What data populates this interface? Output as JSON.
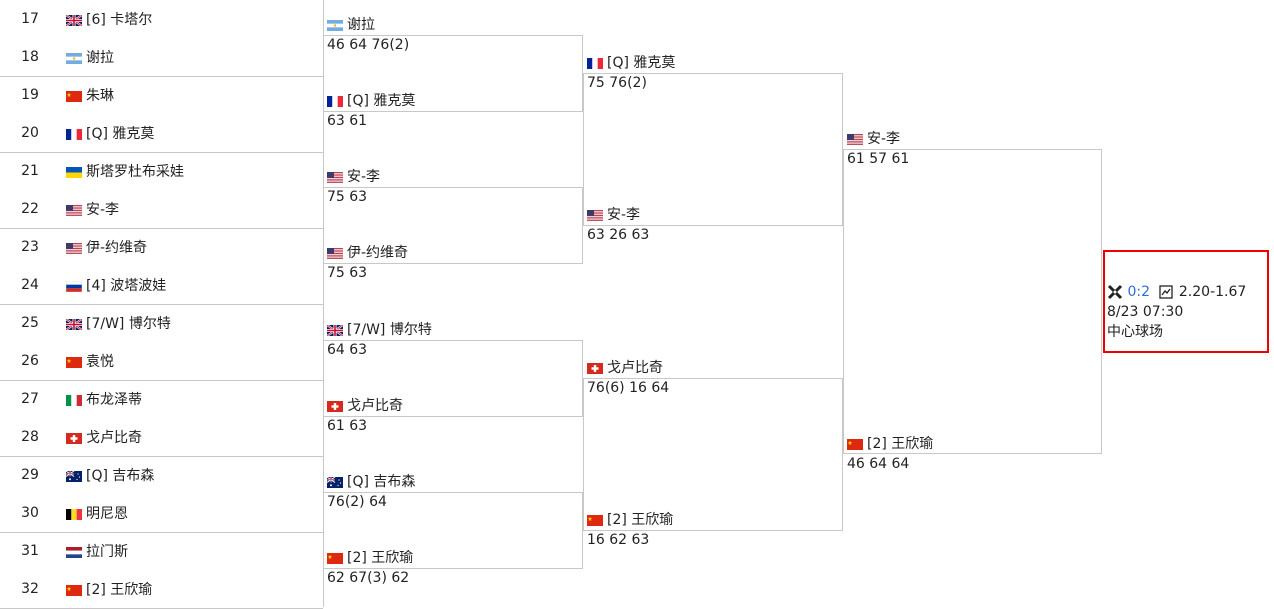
{
  "draw": [
    {
      "seed": "17",
      "flag": "gb",
      "name": "[6] 卡塔尔"
    },
    {
      "seed": "18",
      "flag": "ar",
      "name": "谢拉"
    },
    {
      "seed": "19",
      "flag": "cn",
      "name": "朱琳"
    },
    {
      "seed": "20",
      "flag": "fr",
      "name": "[Q] 雅克莫"
    },
    {
      "seed": "21",
      "flag": "ua",
      "name": "斯塔罗杜布采娃"
    },
    {
      "seed": "22",
      "flag": "us",
      "name": "安-李"
    },
    {
      "seed": "23",
      "flag": "us",
      "name": "伊-约维奇"
    },
    {
      "seed": "24",
      "flag": "ru",
      "name": "[4] 波塔波娃"
    },
    {
      "seed": "25",
      "flag": "gb",
      "name": "[7/W] 博尔特"
    },
    {
      "seed": "26",
      "flag": "cn",
      "name": "袁悦"
    },
    {
      "seed": "27",
      "flag": "it",
      "name": "布龙泽蒂"
    },
    {
      "seed": "28",
      "flag": "ch",
      "name": "戈卢比奇"
    },
    {
      "seed": "29",
      "flag": "au",
      "name": "[Q] 吉布森"
    },
    {
      "seed": "30",
      "flag": "be",
      "name": "明尼恩"
    },
    {
      "seed": "31",
      "flag": "nl",
      "name": "拉门斯"
    },
    {
      "seed": "32",
      "flag": "cn",
      "name": "[2] 王欣瑜"
    }
  ],
  "round2": [
    {
      "flag": "ar",
      "name": "谢拉",
      "scores": "46 64 76(2)"
    },
    {
      "flag": "fr",
      "name": "[Q] 雅克莫",
      "scores": "63 61"
    },
    {
      "flag": "us",
      "name": "安-李",
      "scores": "75 63"
    },
    {
      "flag": "us",
      "name": "伊-约维奇",
      "scores": "75 63"
    },
    {
      "flag": "gb",
      "name": "[7/W] 博尔特",
      "scores": "64 63"
    },
    {
      "flag": "ch",
      "name": "戈卢比奇",
      "scores": "61 63"
    },
    {
      "flag": "au",
      "name": "[Q] 吉布森",
      "scores": "76(2) 64"
    },
    {
      "flag": "cn",
      "name": "[2] 王欣瑜",
      "scores": "62 67(3) 62"
    }
  ],
  "round3": [
    {
      "flag": "fr",
      "name": "[Q] 雅克莫",
      "scores": "75 76(2)"
    },
    {
      "flag": "us",
      "name": "安-李",
      "scores": "63 26 63"
    },
    {
      "flag": "ch",
      "name": "戈卢比奇",
      "scores": "76(6) 16 64"
    },
    {
      "flag": "cn",
      "name": "[2] 王欣瑜",
      "scores": "16 62 63"
    }
  ],
  "round4": [
    {
      "flag": "us",
      "name": "安-李",
      "scores": "61 57 61"
    },
    {
      "flag": "cn",
      "name": "[2] 王欣瑜",
      "scores": "46 64 64"
    }
  ],
  "final": {
    "h2h": "0:2",
    "odds": "2.20-1.67",
    "datetime": "8/23 07:30",
    "court": "中心球场"
  },
  "colors": {
    "highlight": "#e00000",
    "link": "#2a6fd6",
    "border": "#c8c8c8"
  }
}
